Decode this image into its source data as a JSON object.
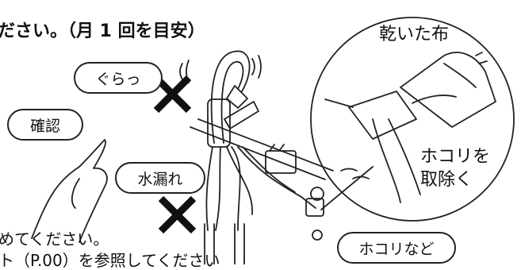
{
  "heading_fragment": "ださい。（月 1 回を目安）",
  "labels": {
    "guratsu": "ぐらっ",
    "kakunin": "確認",
    "mizumore": "水漏れ",
    "kawaita_nuno": "乾いた布",
    "hokori_wo": "ホコリを",
    "jyokyo": "取除く",
    "hokori_nado": "ホコリなど"
  },
  "footer": {
    "line1": "めてください。",
    "line2": "ト（P.00）を参照してください"
  },
  "icons": {
    "warning_mark_top": "cross-mark-icon",
    "warning_mark_bottom": "cross-mark-icon"
  }
}
